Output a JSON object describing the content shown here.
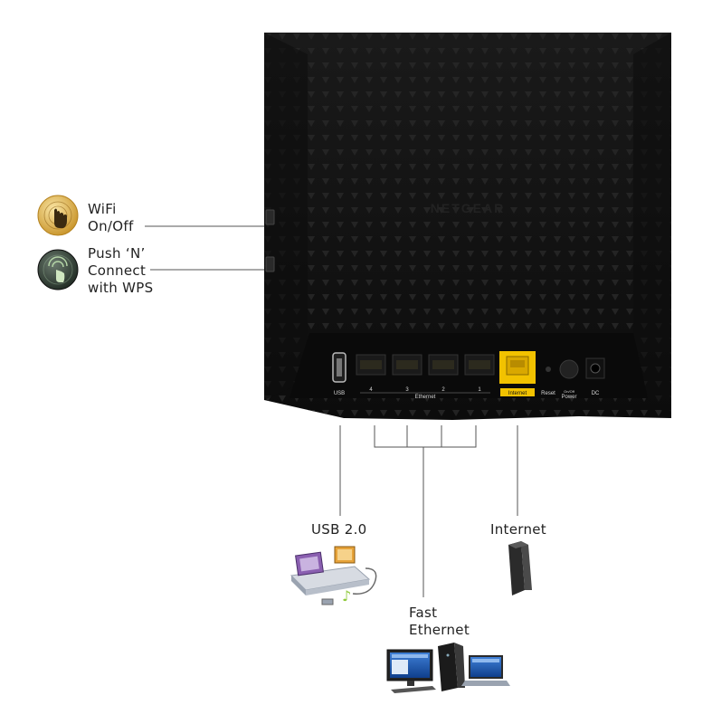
{
  "router": {
    "brand": "NETGEAR",
    "port_labels": {
      "usb": "USB",
      "eth4": "4",
      "eth3": "3",
      "eth2": "2",
      "eth1": "1",
      "ethernet": "Ethernet",
      "internet": "Internet",
      "reset": "Reset",
      "onoff": "On/Off",
      "power": "Power",
      "dc": "DC"
    }
  },
  "callouts": {
    "wifi": {
      "line1": "WiFi",
      "line2": "On/Off"
    },
    "wps": {
      "line1": "Push ‘N’",
      "line2": "Connect",
      "line3": "with WPS"
    },
    "usb": "USB 2.0",
    "internet": "Internet",
    "ethernet": {
      "line1": "Fast",
      "line2": "Ethernet"
    }
  },
  "icons": {
    "wifi_button": "hand-press-icon",
    "wps_button": "wps-push-icon",
    "usb_device": "storage-media-icon",
    "internet_device": "modem-icon",
    "ethernet_devices": "computers-icon"
  },
  "colors": {
    "router_body": "#141414",
    "internet_port": "#f2c200",
    "wifi_icon": "#e2b64a",
    "wps_icon": "#3a4a3f",
    "lines": "#555555"
  }
}
